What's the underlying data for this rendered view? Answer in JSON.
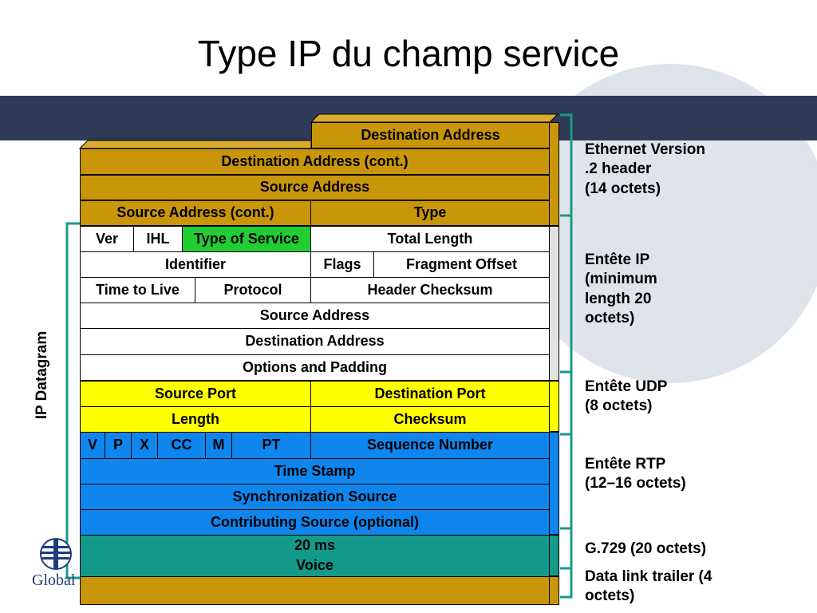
{
  "title": "Type IP du champ service",
  "side_label": "IP Datagram",
  "logo_text": "Global",
  "colors": {
    "band": "#2e3a56",
    "ethernet": "#c9960a",
    "ip": "#ffffff",
    "type_of_service": "#22cc33",
    "udp": "#ffff00",
    "rtp": "#0f86ee",
    "voice": "#149a8a",
    "bracket": "#1a9a8a"
  },
  "ethernet": {
    "destination_address": "Destination Address",
    "destination_address_cont": "Destination Address (cont.)",
    "source_address": "Source Address",
    "source_address_cont": "Source Address (cont.)",
    "type": "Type"
  },
  "ip": {
    "ver": "Ver",
    "ihl": "IHL",
    "type_of_service": "Type of Service",
    "total_length": "Total Length",
    "identifier": "Identifier",
    "flags": "Flags",
    "fragment_offset": "Fragment Offset",
    "time_to_live": "Time to Live",
    "protocol": "Protocol",
    "header_checksum": "Header Checksum",
    "source_address": "Source Address",
    "destination_address": "Destination Address",
    "options_and_padding": "Options and Padding"
  },
  "udp": {
    "source_port": "Source Port",
    "destination_port": "Destination Port",
    "length": "Length",
    "checksum": "Checksum"
  },
  "rtp": {
    "v": "V",
    "p": "P",
    "x": "X",
    "cc": "CC",
    "m": "M",
    "pt": "PT",
    "sequence_number": "Sequence Number",
    "time_stamp": "Time Stamp",
    "synchronization_source": "Synchronization Source",
    "contributing_source": "Contributing Source (optional)"
  },
  "payload": {
    "line1": "20 ms",
    "line2": "Voice"
  },
  "labels": {
    "ethernet": "Ethernet Version\n.2 header\n(14 octets)",
    "ip": "Entête IP\n(minimum\nlength 20\noctets)",
    "udp": "Entête UDP\n(8 octets)",
    "rtp": "Entête RTP\n(12–16 octets)",
    "g729": "G.729 (20 octets)",
    "trailer": "Data link trailer (4\noctets)"
  }
}
